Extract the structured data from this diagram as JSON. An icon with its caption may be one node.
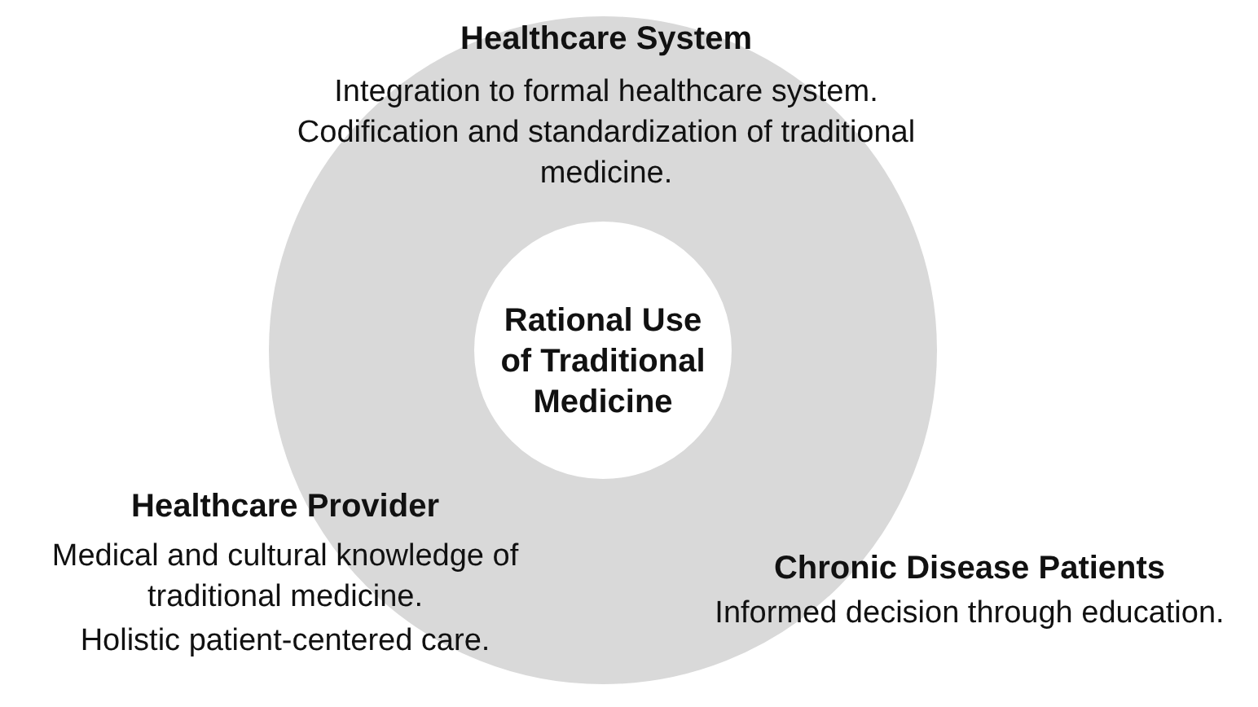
{
  "diagram": {
    "nodes": [
      {
        "text": [
          "Rational Use of Traditional Medicine"
        ]
      }
    ],
    "labels": [
      "Healthcare System",
      "Integration to formal healthcare system.",
      "Codification and standardization of traditional medicine.",
      "Healthcare Provider",
      "Medical and cultural knowledge of traditional medicine.",
      "Holistic patient-centered care.",
      "Chronic Disease Patients",
      "Informed decision through education."
    ]
  }
}
